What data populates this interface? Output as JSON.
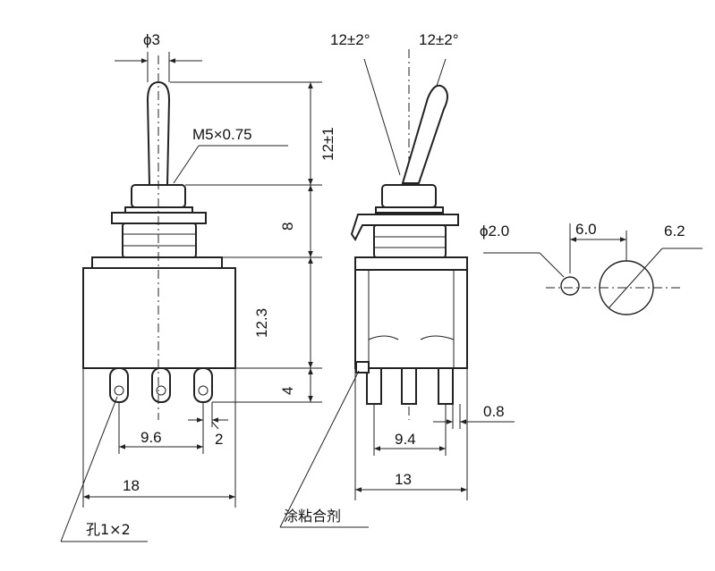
{
  "dimensions": {
    "shaft_diameter": "ϕ3",
    "lever_length": "12±1",
    "thread": "M5×0.75",
    "bushing_height": "8",
    "body_height": "12.3",
    "terminal_length": "4",
    "terminal_pitch_front": "9.6",
    "terminal_width": "2",
    "body_width_front": "18",
    "angle_left": "12±2°",
    "angle_right": "12±2°",
    "terminal_pitch_side": "9.4",
    "terminal_thickness": "0.8",
    "body_width_side": "13",
    "hole_diameter": "ϕ2.0",
    "cutout_width": "6.0",
    "cutout_diameter": "6.2"
  },
  "notes": {
    "hole_note": "孔1×2",
    "glue_note": "涂粘合剂"
  }
}
